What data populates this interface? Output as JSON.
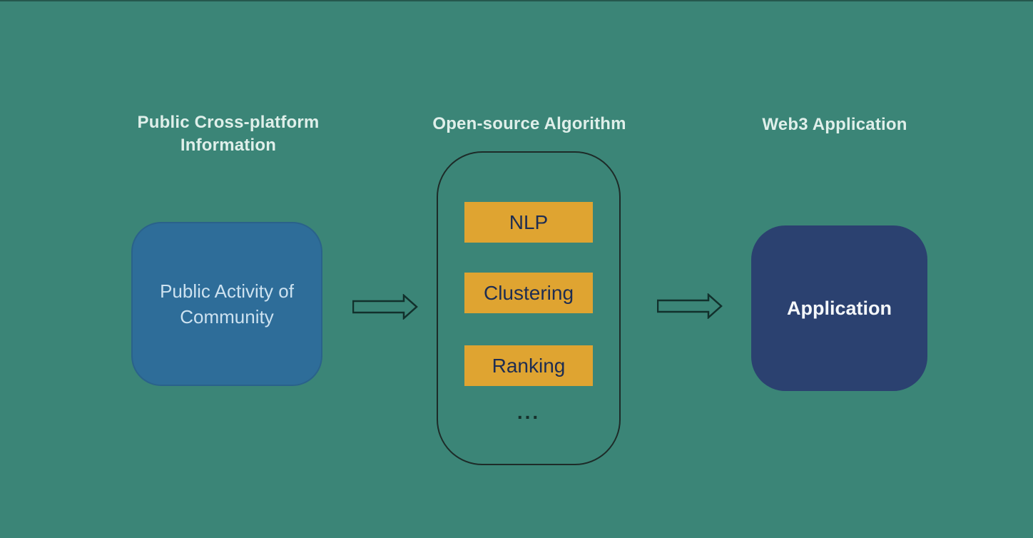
{
  "diagram": {
    "left": {
      "title_line1": "Public Cross-platform",
      "title_line2": "Information",
      "box_line1": "Public Activity of",
      "box_line2": "Community"
    },
    "middle": {
      "title": "Open-source Algorithm",
      "items": [
        {
          "label": "NLP"
        },
        {
          "label": "Clustering"
        },
        {
          "label": "Ranking"
        }
      ],
      "ellipsis": "..."
    },
    "right": {
      "title": "Web3 Application",
      "box_label": "Application"
    },
    "colors": {
      "background": "#3B8577",
      "title_text": "#DFEFEA",
      "left_box_fill": "#2E6D99",
      "left_box_text": "#CDE2F0",
      "algorithm_box_fill": "#DFA431",
      "algorithm_box_text": "#1E2D52",
      "container_outline": "#1D2B28",
      "right_box_fill": "#2B4170",
      "right_box_text": "#F4F7FA",
      "arrow_outline": "#12302C"
    }
  }
}
